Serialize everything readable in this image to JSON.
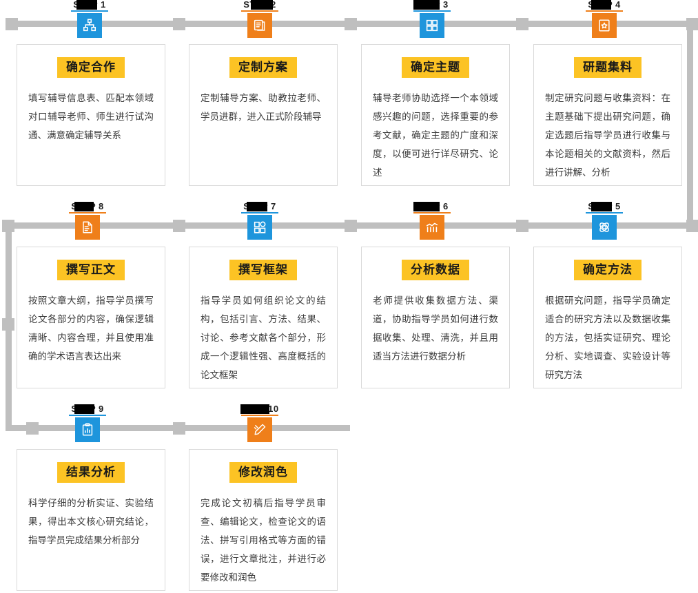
{
  "theme": {
    "rail_color": "#bfbfbf",
    "node_color": "#bfbfbf",
    "blue": "#1e95dc",
    "orange": "#ef7f1a",
    "title_highlight": "#fcc324",
    "card_border": "#d9d9d9",
    "body_text": "#3b3b3b"
  },
  "steps": [
    {
      "label": "STEP 1",
      "label_prefix": "S",
      "label_suffix": "1",
      "redacted": true,
      "accent": "#1e95dc",
      "icon": "sitemap-icon",
      "title": "确定合作",
      "body": "填写辅导信息表、匹配本领域对口辅导老师、师生进行试沟通、满意确定辅导关系"
    },
    {
      "label": "STEP 2",
      "label_prefix": "ST",
      "label_suffix": "",
      "redacted": true,
      "accent": "#ef7f1a",
      "icon": "documents-icon",
      "title": "定制方案",
      "body": "定制辅导方案、助教拉老师、学员进群，进入正式阶段辅导"
    },
    {
      "label": "STEP 3",
      "label_prefix": "",
      "label_suffix": "3",
      "redacted": true,
      "accent": "#1e95dc",
      "icon": "grid-four-icon",
      "title": "确定主题",
      "body": "辅导老师协助选择一个本领域感兴趣的问题，选择重要的参考文献，确定主题的广度和深度，以便可进行详尽研究、论述"
    },
    {
      "label": "STEP 4",
      "label_prefix": "S",
      "label_suffix": "4",
      "redacted": true,
      "accent": "#ef7f1a",
      "icon": "book-star-icon",
      "title": "研题集料",
      "body": "制定研究问题与收集资料：在主题基础下提出研究问题，确定选题后指导学员进行收集与本论题相关的文献资料，然后进行讲解、分析"
    },
    {
      "label": "STEP 5",
      "label_prefix": "S",
      "label_suffix": "5",
      "redacted": true,
      "accent": "#1e95dc",
      "icon": "atom-icon",
      "title": "确定方法",
      "body": "根据研究问题，指导学员确定适合的研究方法以及数据收集的方法，包括实证研究、理论分析、实地调查、实验设计等研究方法"
    },
    {
      "label": "STEP 6",
      "label_prefix": "",
      "label_suffix": "6",
      "redacted": true,
      "accent": "#ef7f1a",
      "icon": "bar-chart-icon",
      "title": "分析数据",
      "body": "老师提供收集数据方法、渠道，协助指导学员如何进行数据收集、处理、清洗，并且用适当方法进行数据分析"
    },
    {
      "label": "STEP 7",
      "label_prefix": "S",
      "label_suffix": "7",
      "redacted": true,
      "accent": "#1e95dc",
      "icon": "grid-shapes-icon",
      "title": "撰写框架",
      "body": "指导学员如何组织论文的结构，包括引言、方法、结果、讨论、参考文献各个部分，形成一个逻辑性强、高度概括的论文框架"
    },
    {
      "label": "STEP 8",
      "label_prefix": "S",
      "label_suffix": "8",
      "redacted": true,
      "accent": "#ef7f1a",
      "icon": "document-edit-icon",
      "title": "撰写正文",
      "body": "按照文章大纲，指导学员撰写论文各部分的内容，确保逻辑清晰、内容合理，并且使用准确的学术语言表达出来"
    },
    {
      "label": "STEP 9",
      "label_prefix": "S",
      "label_suffix": "9",
      "redacted": true,
      "accent": "#1e95dc",
      "icon": "clipboard-chart-icon",
      "title": "结果分析",
      "body": "科学仔细的分析实证、实验结果，得出本文核心研究结论，指导学员完成结果分析部分"
    },
    {
      "label": "STEP 10",
      "label_prefix": "",
      "label_suffix": "0",
      "redacted": true,
      "accent": "#ef7f1a",
      "icon": "pencil-edit-icon",
      "title": "修改润色",
      "body": "完成论文初稿后指导学员审查、编辑论文，检查论文的语法、拼写引用格式等方面的错误，进行文章批注，并进行必要修改和润色"
    }
  ]
}
